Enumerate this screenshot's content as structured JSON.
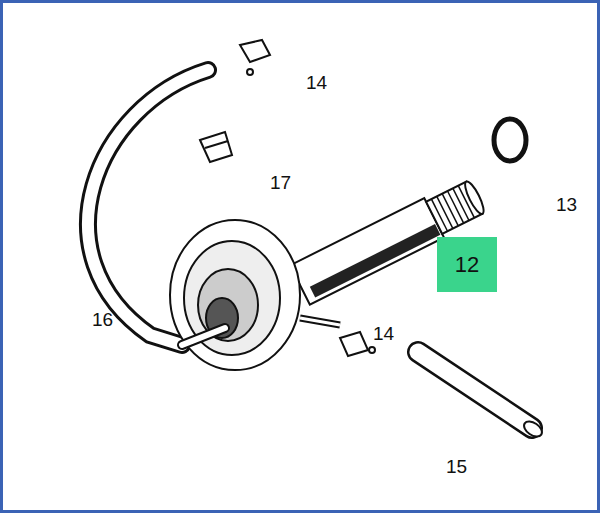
{
  "diagram": {
    "nodes": [
      {
        "text": [
          "12"
        ]
      }
    ],
    "labels": [
      "14",
      "17",
      "13",
      "16",
      "14",
      "15"
    ]
  }
}
